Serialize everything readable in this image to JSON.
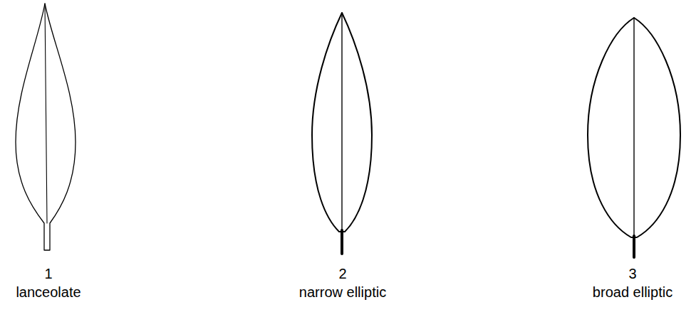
{
  "diagram": {
    "labels": [
      "1",
      "lanceolate",
      "2",
      "narrow elliptic",
      "3",
      "broad elliptic"
    ]
  }
}
